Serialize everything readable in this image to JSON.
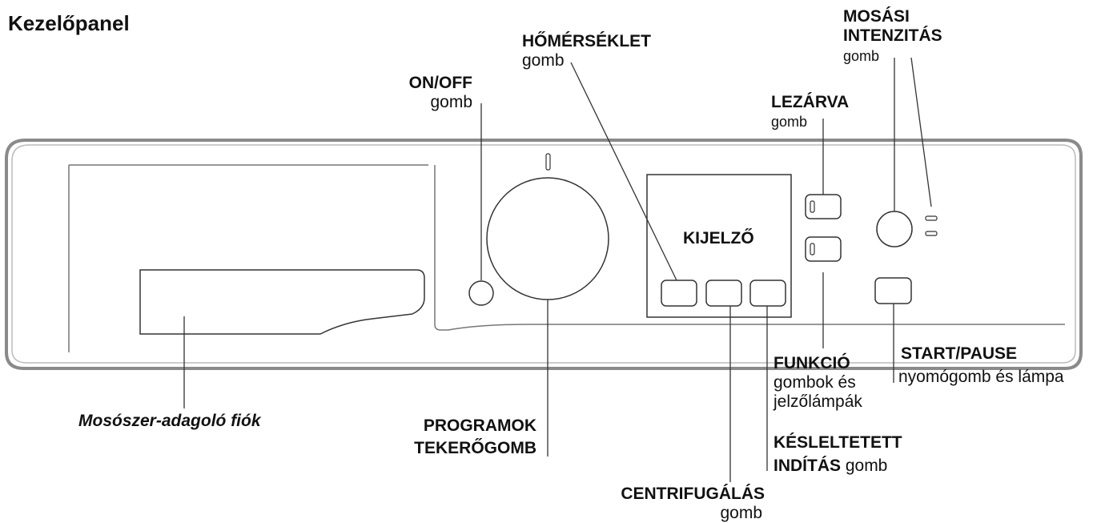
{
  "title": "Kezelőpanel",
  "display_label": "KIJELZŐ",
  "labels": {
    "on_off": {
      "name": "ON/OFF",
      "sub": "gomb"
    },
    "temperature": {
      "name": "HŐMÉRSÉKLET",
      "sub": "gomb"
    },
    "wash_intensity": {
      "name1": "MOSÁSI",
      "name2": "INTENZITÁS",
      "sub": "gomb"
    },
    "lock": {
      "name": "LEZÁRVA",
      "sub": "gomb"
    },
    "detergent_drawer": {
      "name": "Mosószer-adagoló fiók"
    },
    "program_knob": {
      "name1": "PROGRAMOK",
      "name2": "TEKERŐGOMB"
    },
    "function": {
      "name": "FUNKCIÓ",
      "sub1": "gombok és",
      "sub2": "jelzőlámpák"
    },
    "start_pause": {
      "name": "START/PAUSE",
      "sub": "nyomógomb és lámpa"
    },
    "delay_start": {
      "name1": "KÉSLELTETETT",
      "name2": "INDÍTÁS",
      "sub": " gomb"
    },
    "spin": {
      "name": "CENTRIFUGÁLÁS",
      "sub": "gomb"
    }
  }
}
